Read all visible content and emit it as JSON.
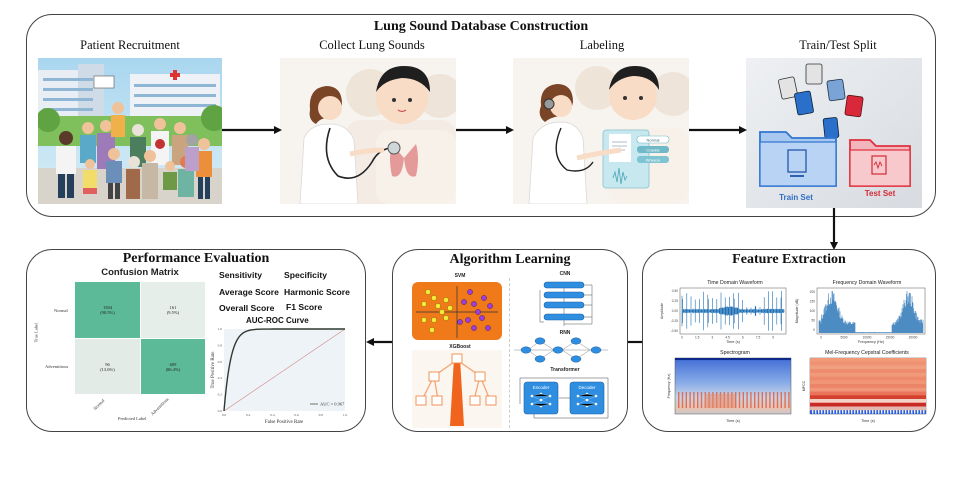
{
  "top_section": {
    "title": "Lung Sound Database Construction",
    "stages": [
      {
        "label": "Patient Recruitment"
      },
      {
        "label": "Collect Lung Sounds"
      },
      {
        "label": "Labeling",
        "tags": [
          "Normal",
          "Crackle",
          "Wheeze"
        ]
      },
      {
        "label": "Train/Test Split",
        "train_label": "Train Set",
        "test_label": "Test Set"
      }
    ]
  },
  "performance": {
    "title": "Performance Evaluation",
    "confusion_matrix": {
      "title": "Confusion Matrix",
      "ylabel": "True Label",
      "xlabel": "Predicted Label",
      "row_labels": [
        "Normal",
        "Adventitious"
      ],
      "col_labels": [
        "Normal",
        "Adventitious"
      ],
      "cells": [
        [
          {
            "count": "1504",
            "pct": "(90.5%)"
          },
          {
            "count": "161",
            "pct": "(9.5%)"
          }
        ],
        [
          {
            "count": "96",
            "pct": "(13.6%)"
          },
          {
            "count": "609",
            "pct": "(86.4%)"
          }
        ]
      ],
      "colors": {
        "high": "#5dba98",
        "low": "#e4ede9"
      }
    },
    "metrics": [
      "Sensitivity",
      "Specificity",
      "Average Score",
      "Harmonic Score",
      "Overall Score",
      "F1 Score"
    ],
    "roc": {
      "title": "AUC-ROC Curve",
      "xlabel": "False Positive Rate",
      "ylabel": "True Positive Rate",
      "ticks": [
        "0.0",
        "0.2",
        "0.4",
        "0.6",
        "0.8",
        "1.0"
      ],
      "legend": "AUC = 0.967",
      "auc": 0.967
    }
  },
  "algorithms": {
    "title": "Algorithm Learning",
    "models": [
      "SVM",
      "XGBoost",
      "CNN",
      "RNN",
      "Transformer"
    ],
    "encoder_label": "Encoder",
    "decoder_label": "Decoder"
  },
  "features": {
    "title": "Feature Extraction",
    "time_domain": {
      "title": "Time Domain Waveform",
      "xlabel": "Time (s)",
      "ylabel": "Amplitude",
      "xticks": [
        "0",
        "1.5",
        "3",
        "4.5",
        "6",
        "7.5",
        "9"
      ],
      "yticks": [
        "0.50",
        "0.25",
        "0.00",
        "-0.25",
        "-0.50"
      ]
    },
    "freq_domain": {
      "title": "Frequency Domain Waveform",
      "xlabel": "Frequency (Hz)",
      "ylabel": "Magnitude (dB)",
      "xticks": [
        "0",
        "5000",
        "10000",
        "15000",
        "20000"
      ],
      "yticks": [
        "200",
        "150",
        "100",
        "50",
        "0"
      ]
    },
    "spectrogram": {
      "title": "Spectrogram",
      "xlabel": "Time (s)",
      "ylabel": "Frequency (Hz)"
    },
    "mfcc": {
      "title": "Mel-Frequency Cepstral Coefficients",
      "xlabel": "Time (s)",
      "ylabel": "MFCC"
    }
  }
}
